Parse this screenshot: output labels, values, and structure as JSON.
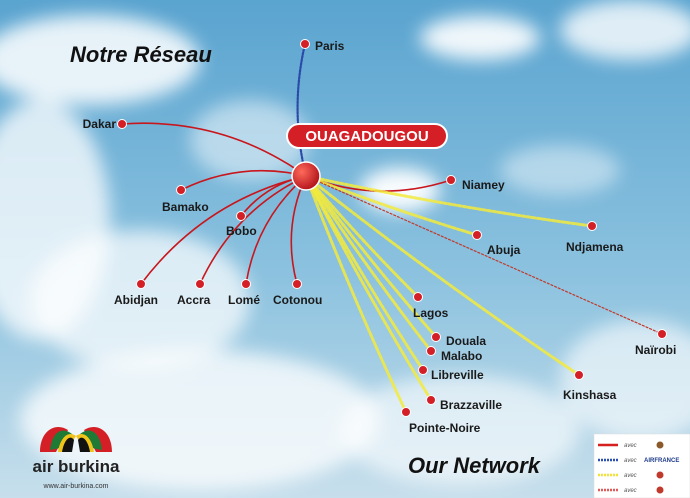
{
  "titles": {
    "top": "Notre Réseau",
    "bottom": "Our Network"
  },
  "hub": {
    "name": "OUAGADOUGOU"
  },
  "cities": {
    "paris": "Paris",
    "dakar": "Dakar",
    "niamey": "Niamey",
    "bamako": "Bamako",
    "bobo": "Bobo",
    "abidjan": "Abidjan",
    "accra": "Accra",
    "lome": "Lomé",
    "cotonou": "Cotonou",
    "abuja": "Abuja",
    "ndjamena": "Ndjamena",
    "lagos": "Lagos",
    "douala": "Douala",
    "malabo": "Malabo",
    "libreville": "Libreville",
    "brazzaville": "Brazzaville",
    "pointe_noire": "Pointe-Noire",
    "nairobi": "Naïrobi",
    "kinshasa": "Kinshasa"
  },
  "logo": {
    "name": "air burkina",
    "url": "www.air-burkina.com"
  },
  "legend": {
    "items": [
      {
        "text": "avec",
        "brand": "",
        "color": "#d62020"
      },
      {
        "text": "avec",
        "brand": "AIRFRANCE",
        "color": "#2d4fb0"
      },
      {
        "text": "avec",
        "brand": "",
        "color": "#f2e233"
      },
      {
        "text": "avec",
        "brand": "",
        "color": "#e05a5a"
      }
    ]
  },
  "colors": {
    "route_red": "#c8161d",
    "route_blue": "#2c4aa8",
    "route_yellow": "#f3ea3c",
    "city_dot": "#d41f26",
    "hub_label_bg": "#d41f26"
  },
  "icons": [
    "horse-logo-icon",
    "airfrance-logo-icon"
  ]
}
